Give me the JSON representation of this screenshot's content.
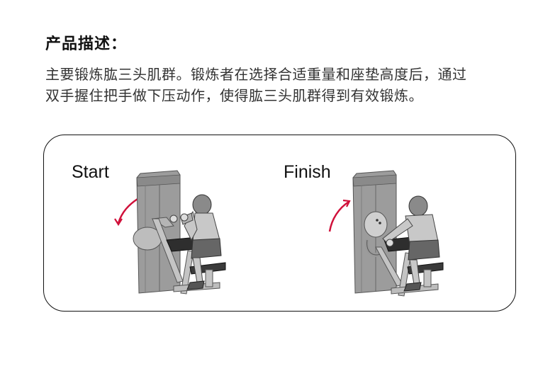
{
  "section": {
    "title": "产品描述：",
    "description_lines": [
      "主要锻炼肱三头肌群。锻炼者在选择合适重量和座垫高度后，通过",
      "双手握住把手做下压动作，使得肱三头肌群得到有效锻炼。"
    ]
  },
  "illustration_card": {
    "phases": [
      {
        "label": "Start",
        "arrow_direction": "down",
        "image": "start-position-illustration"
      },
      {
        "label": "Finish",
        "arrow_direction": "up",
        "image": "finish-position-illustration"
      }
    ],
    "colors": {
      "arrow": "#d0103a",
      "machine": "#9a9a9a",
      "machine_dark": "#6e6e6e",
      "pad": "#2e2e2e",
      "skin": "#c8c8c8",
      "border": "#111111"
    }
  }
}
